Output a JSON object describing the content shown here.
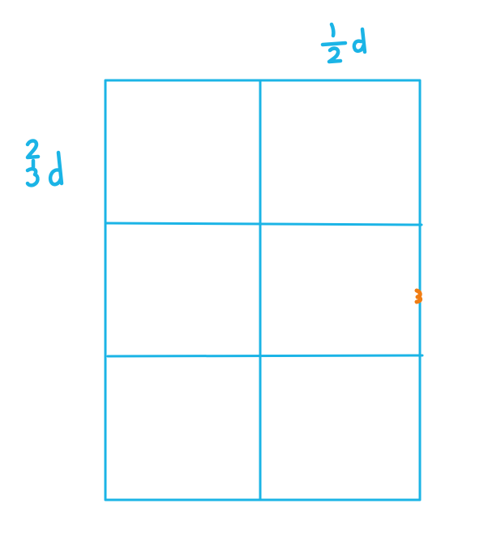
{
  "labels": {
    "top": {
      "numerator": "1",
      "denominator": "2",
      "variable": "d"
    },
    "left": {
      "numerator": "2",
      "denominator": "3",
      "variable": "d"
    }
  },
  "grid": {
    "columns": 2,
    "rows": 3
  },
  "colors": {
    "ink": "#1bb4e6",
    "marker": "#f07d14",
    "background": "#ffffff"
  }
}
